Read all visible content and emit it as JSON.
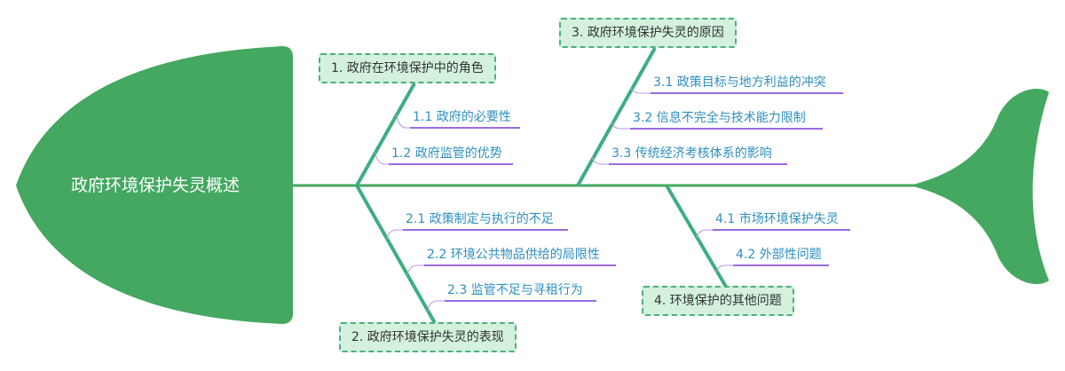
{
  "colors": {
    "fish_green": "#44a860",
    "spine_green": "#44a860",
    "bone_green": "#3dae82",
    "box_fill": "#d3f1dc",
    "box_border": "#4fae83",
    "sub_text": "#2e8fbf",
    "sub_underline": "#9b6be0"
  },
  "head": {
    "title": "政府环境保护失灵概述"
  },
  "categories": [
    {
      "label": "1. 政府在环境保护中的角色",
      "position": "top",
      "children": [
        "1.1 政府的必要性",
        "1.2 政府监管的优势"
      ]
    },
    {
      "label": "2. 政府环境保护失灵的表现",
      "position": "bottom",
      "children": [
        "2.1 政策制定与执行的不足",
        "2.2 环境公共物品供给的局限性",
        "2.3 监管不足与寻租行为"
      ]
    },
    {
      "label": "3. 政府环境保护失灵的原因",
      "position": "top",
      "children": [
        "3.1 政策目标与地方利益的冲突",
        "3.2 信息不完全与技术能力限制",
        "3.3 传统经济考核体系的影响"
      ]
    },
    {
      "label": "4. 环境保护的其他问题",
      "position": "bottom",
      "children": [
        "4.1 市场环境保护失灵",
        "4.2 外部性问题"
      ]
    }
  ]
}
